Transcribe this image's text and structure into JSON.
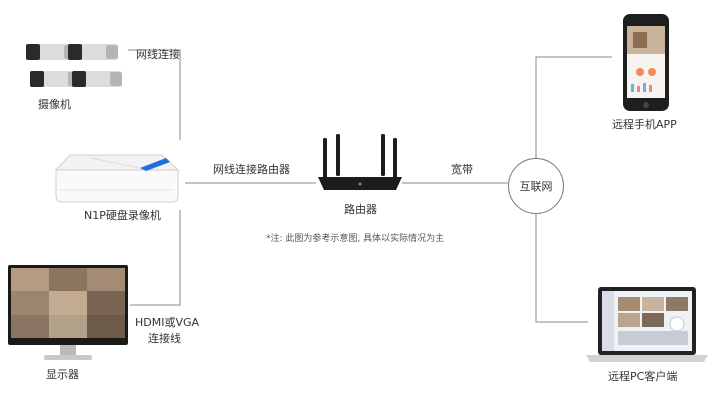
{
  "labels": {
    "cameras": "摄像机",
    "wired_connection": "网线连接",
    "nvr": "N1P硬盘录像机",
    "wire_to_router": "网线连接路由器",
    "router": "路由器",
    "broadband": "宽带",
    "internet": "互联网",
    "remote_app": "远程手机APP",
    "remote_pc": "远程PC客户端",
    "monitor": "显示器",
    "hdmi_vga_line1": "HDMI或VGA",
    "hdmi_vga_line2": "连接线",
    "note": "*注: 此图为参考示意图, 具体以实际情况为主"
  },
  "colors": {
    "line": "#8a8a8a",
    "nvr_accent": "#1f6fd8",
    "router_body": "#1c1c1c",
    "app_accent": "#f08a5d"
  }
}
